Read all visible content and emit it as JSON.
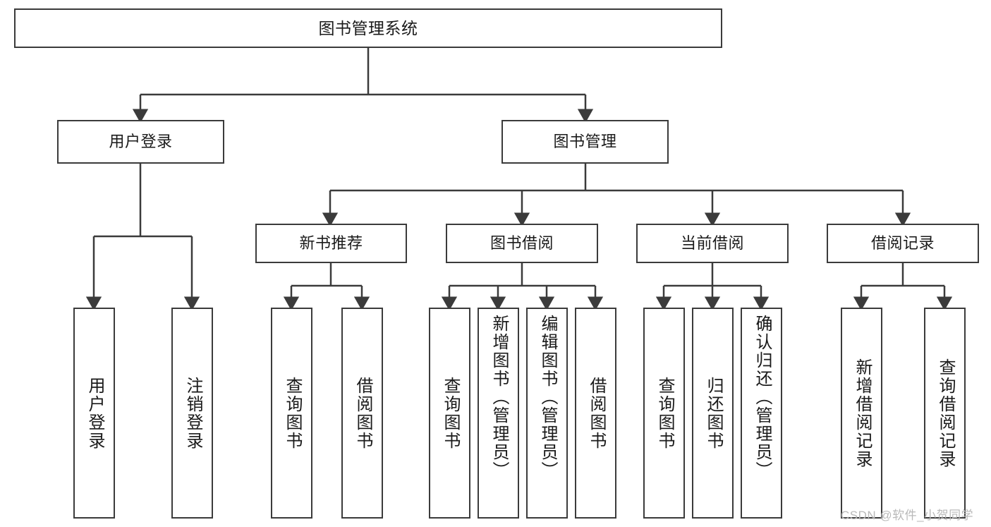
{
  "diagram": {
    "title": "图书管理系统",
    "type": "hierarchy-tree",
    "root": {
      "label": "图书管理系统"
    },
    "level2": [
      {
        "label": "用户登录"
      },
      {
        "label": "图书管理"
      }
    ],
    "level3": [
      {
        "label": "新书推荐"
      },
      {
        "label": "图书借阅"
      },
      {
        "label": "当前借阅"
      },
      {
        "label": "借阅记录"
      }
    ],
    "leaves": {
      "user_login": [
        {
          "label": "用户登录"
        },
        {
          "label": "注销登录"
        }
      ],
      "new_book_recommend": [
        {
          "label": "查询图书"
        },
        {
          "label": "借阅图书"
        }
      ],
      "book_borrow": [
        {
          "label": "查询图书"
        },
        {
          "label": "新增图书（管理员）"
        },
        {
          "label": "编辑图书（管理员）"
        },
        {
          "label": "借阅图书"
        }
      ],
      "current_borrow": [
        {
          "label": "查询图书"
        },
        {
          "label": "归还图书"
        },
        {
          "label": "确认归还（管理员）"
        }
      ],
      "borrow_record": [
        {
          "label": "新增借阅记录"
        },
        {
          "label": "查询借阅记录"
        }
      ]
    }
  },
  "watermark": {
    "text": "CSDN @软件_小贺同学"
  },
  "colors": {
    "box_border": "#3b3b3b",
    "box_fill": "#ffffff",
    "text": "#1a1a1a",
    "edge": "#3b3b3b",
    "watermark": "#b9b9b9",
    "background": "#ffffff"
  }
}
